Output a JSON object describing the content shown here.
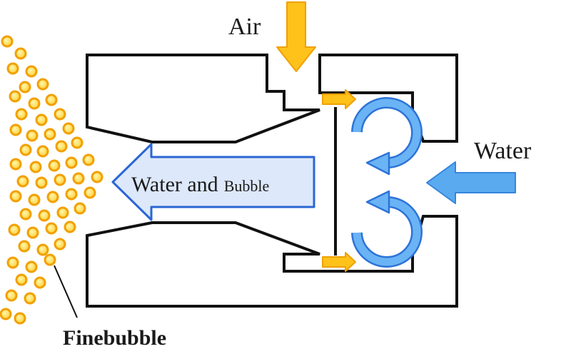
{
  "labels": {
    "air": "Air",
    "water": "Water",
    "outflow_main": "Water and",
    "outflow_small": "Bubble",
    "finebubble": "Finebubble"
  },
  "colors": {
    "air_arrow": "#ffc21a",
    "air_arrow_stroke": "#f0a000",
    "water_arrow": "#5aaaf0",
    "water_arrow_stroke": "#3585dd",
    "outflow_arrow_fill": "#dde8fa",
    "outflow_arrow_stroke": "#2a66d4",
    "swirl": "#5aaaf0",
    "swirl_stroke": "#2e73d8",
    "bubble_fill": "#ffe066",
    "bubble_stroke": "#f2a000",
    "body_stroke": "#111111"
  }
}
